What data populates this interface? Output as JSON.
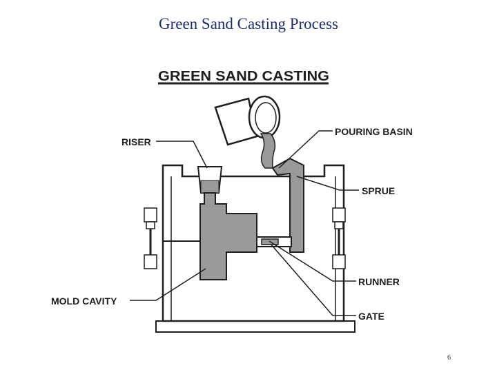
{
  "slide": {
    "title": "Green Sand Casting Process",
    "page_number": "6"
  },
  "diagram": {
    "heading": "GREEN SAND CASTING",
    "labels": {
      "riser": "RISER",
      "pouring_basin": "POURING BASIN",
      "sprue": "SPRUE",
      "runner": "RUNNER",
      "gate": "GATE",
      "mold_cavity": "MOLD CAVITY"
    }
  },
  "colors": {
    "title": "#1f2d6e",
    "ink": "#1e1e1e",
    "metal": "#9a9a9a"
  }
}
